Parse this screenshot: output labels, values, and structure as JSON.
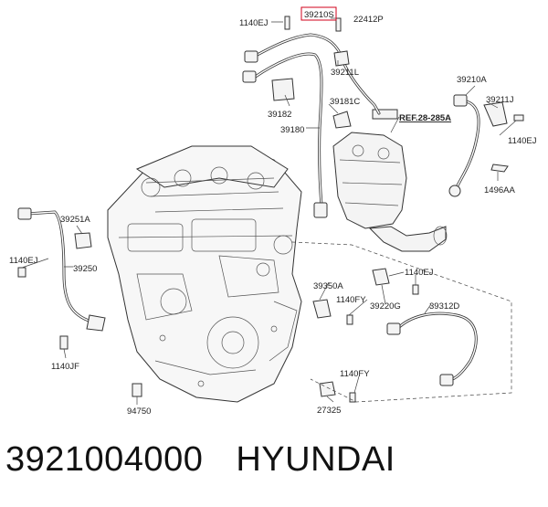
{
  "diagram": {
    "reference": "REF.28-285A",
    "highlighted_part": "39210S",
    "callouts": {
      "c_39210S": "39210S",
      "c_1140EJ_top": "1140EJ",
      "c_22412P": "22412P",
      "c_39211L": "39211L",
      "c_39182": "39182",
      "c_39181C": "39181C",
      "c_39180": "39180",
      "c_39210A": "39210A",
      "c_39211J": "39211J",
      "c_1140EJ_right": "1140EJ",
      "c_1496AA": "1496AA",
      "c_39251A": "39251A",
      "c_1140EJ_left": "1140EJ",
      "c_39250": "39250",
      "c_1140JF": "1140JF",
      "c_39350A": "39350A",
      "c_1140FY_mid": "1140FY",
      "c_1140EJ_mid": "1140EJ",
      "c_39220G": "39220G",
      "c_39312D": "39312D",
      "c_1140FY_low": "1140FY",
      "c_94750": "94750",
      "c_27325": "27325"
    }
  },
  "caption": {
    "part_number": "3921004000",
    "brand": "HYUNDAI"
  }
}
